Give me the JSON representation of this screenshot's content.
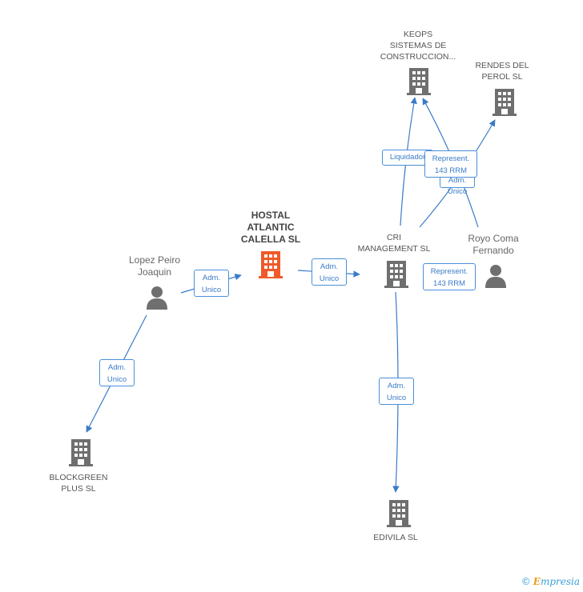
{
  "colors": {
    "edge": "#3a7bc8",
    "company": "#6f6f6f",
    "main_company": "#f05a28",
    "person": "#6f6f6f"
  },
  "nodes": [
    {
      "id": "hostal",
      "type": "company-main",
      "label": "HOSTAL\nATLANTIC\nCALELLA SL"
    },
    {
      "id": "lopez",
      "type": "person",
      "label": "Lopez Peiro\nJoaquin"
    },
    {
      "id": "blockgreen",
      "type": "company",
      "label": "BLOCKGREEN\nPLUS SL"
    },
    {
      "id": "cri",
      "type": "company",
      "label": "CRI\nMANAGEMENT SL"
    },
    {
      "id": "keops",
      "type": "company",
      "label": "KEOPS\nSISTEMAS DE\nCONSTRUCCION..."
    },
    {
      "id": "rendes",
      "type": "company",
      "label": "RENDES DEL\nPEROL  SL"
    },
    {
      "id": "royo",
      "type": "person",
      "label": "Royo Coma\nFernando"
    },
    {
      "id": "edivila",
      "type": "company",
      "label": "EDIVILA SL"
    }
  ],
  "edges": [
    {
      "id": "lopez-hostal",
      "label": "Adm.\nUnico"
    },
    {
      "id": "lopez-blockgreen",
      "label": "Adm.\nUnico"
    },
    {
      "id": "hostal-cri",
      "label": "Adm.\nUnico"
    },
    {
      "id": "cri-edivila",
      "label": "Adm.\nUnico"
    },
    {
      "id": "cri-keops",
      "label": "Liquidador"
    },
    {
      "id": "royo-keops-represent",
      "label": "Represent.\n143 RRM"
    },
    {
      "id": "cri-rendes-adm",
      "label": "Adm.\nUnico"
    },
    {
      "id": "royo-cri-represent",
      "label": "Represent.\n143 RRM"
    }
  ],
  "footer": {
    "copyright": "©",
    "brand_e": "E",
    "brand_rest": "mpresia"
  }
}
